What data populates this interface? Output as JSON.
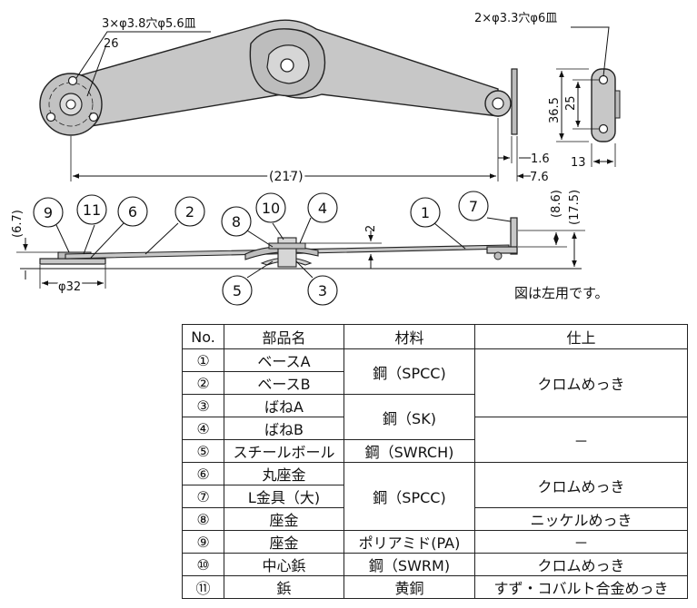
{
  "drawing": {
    "top_view": {
      "hole_note_left": "3×φ3.8穴φ5.6皿",
      "dim_26": "26",
      "hole_note_right": "2×φ3.3穴φ6皿",
      "dim_36_5": "36.5",
      "dim_25": "25",
      "dim_13": "13",
      "dim_1_6": "1.6",
      "dim_7_6": "7.6",
      "dim_217": "(217)"
    },
    "side_view": {
      "dim_6_7": "(6.7)",
      "dim_8_6": "(8.6)",
      "dim_17_5": "(17.5)",
      "dim_2": "2",
      "dim_phi32": "φ32",
      "callouts": [
        "9",
        "11",
        "6",
        "2",
        "8",
        "10",
        "4",
        "1",
        "7",
        "5",
        "3"
      ]
    },
    "note": "図は左用です。"
  },
  "table": {
    "headers": [
      "No.",
      "部品名",
      "材料",
      "仕上"
    ],
    "rows": [
      {
        "no": "①",
        "name": "ベースA",
        "material": "鋼（SPCC)",
        "finish": "クロムめっき"
      },
      {
        "no": "②",
        "name": "ベースB"
      },
      {
        "no": "③",
        "name": "ばねA",
        "material": "鋼（SK)"
      },
      {
        "no": "④",
        "name": "ばねB",
        "finish": "－"
      },
      {
        "no": "⑤",
        "name": "スチールボール",
        "material": "鋼（SWRCH)"
      },
      {
        "no": "⑥",
        "name": "丸座金",
        "material": "鋼（SPCC)",
        "finish": "クロムめっき"
      },
      {
        "no": "⑦",
        "name": "L金具（大)"
      },
      {
        "no": "⑧",
        "name": "座金",
        "finish": "ニッケルめっき"
      },
      {
        "no": "⑨",
        "name": "座金",
        "material": "ポリアミド(PA)",
        "finish": "－"
      },
      {
        "no": "⑩",
        "name": "中心鋲",
        "material": "鋼（SWRM)",
        "finish": "クロムめっき"
      },
      {
        "no": "⑪",
        "name": "鋲",
        "material": "黄銅",
        "finish": "すず・コバルト合金めっき"
      }
    ]
  }
}
